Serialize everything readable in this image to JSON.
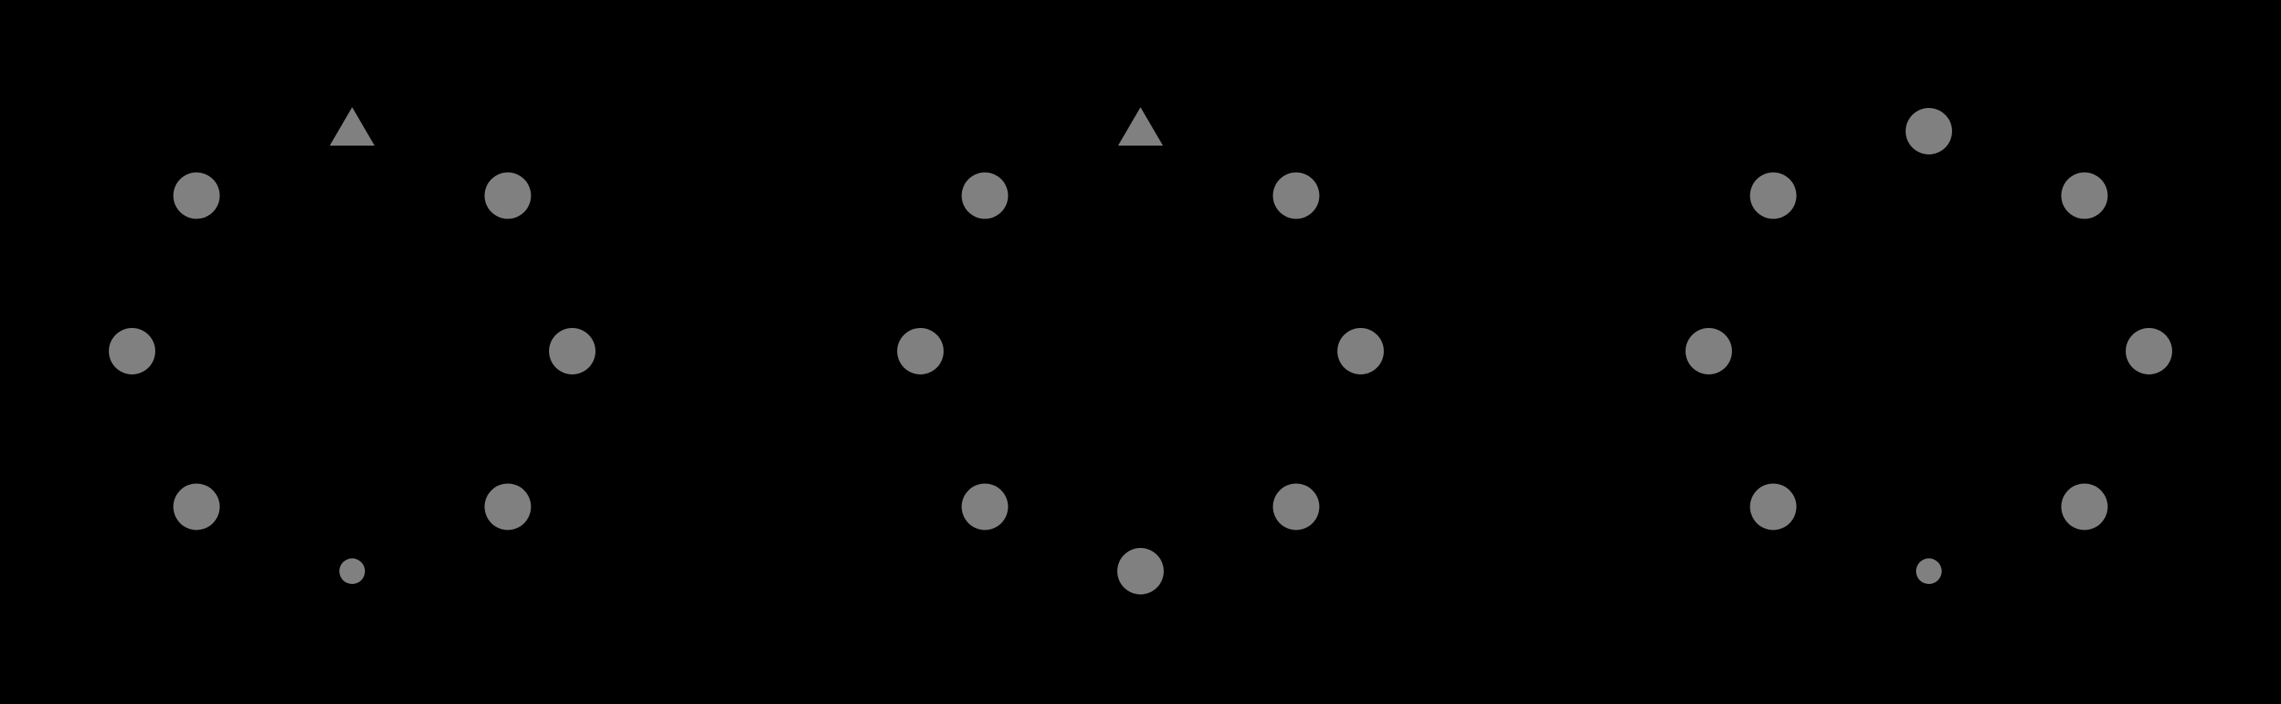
{
  "background_color": "#000000",
  "shape_color": "#808080",
  "panels": [
    {
      "name": "panel-1",
      "shapes": [
        "triangle",
        "circle",
        "circle",
        "circle",
        "small-circle",
        "circle",
        "circle",
        "circle"
      ]
    },
    {
      "name": "panel-2",
      "shapes": [
        "triangle",
        "circle",
        "circle",
        "circle",
        "circle",
        "circle",
        "circle",
        "circle"
      ]
    },
    {
      "name": "panel-3",
      "shapes": [
        "circle",
        "circle",
        "circle",
        "circle",
        "small-circle",
        "circle",
        "circle",
        "circle"
      ]
    }
  ]
}
